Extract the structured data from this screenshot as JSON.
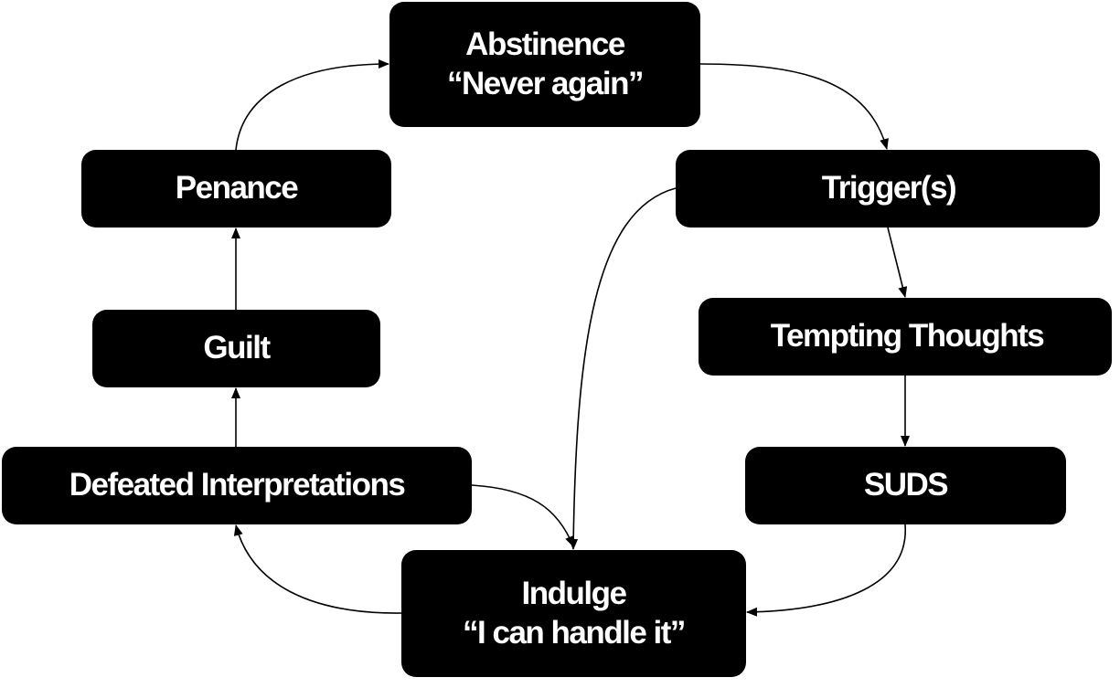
{
  "nodes": {
    "abstinence": {
      "line1": "Abstinence",
      "line2": "“Never again”"
    },
    "trigger": {
      "label": "Trigger(s)"
    },
    "tempting_thoughts": {
      "label": "Tempting Thoughts"
    },
    "suds": {
      "label": "SUDS"
    },
    "indulge": {
      "line1": "Indulge",
      "line2": "“I can handle it”"
    },
    "defeated_interpretations": {
      "label": "Defeated Interpretations"
    },
    "guilt": {
      "label": "Guilt"
    },
    "penance": {
      "label": "Penance"
    }
  },
  "edges": [
    {
      "from": "abstinence",
      "to": "trigger"
    },
    {
      "from": "trigger",
      "to": "tempting_thoughts"
    },
    {
      "from": "tempting_thoughts",
      "to": "suds"
    },
    {
      "from": "suds",
      "to": "indulge"
    },
    {
      "from": "trigger",
      "to": "indulge"
    },
    {
      "from": "defeated_interpretations",
      "to": "indulge"
    },
    {
      "from": "indulge",
      "to": "defeated_interpretations"
    },
    {
      "from": "defeated_interpretations",
      "to": "guilt"
    },
    {
      "from": "guilt",
      "to": "penance"
    },
    {
      "from": "penance",
      "to": "abstinence"
    }
  ],
  "colors": {
    "node_fill": "#000000",
    "node_text": "#ffffff",
    "edge": "#000000",
    "background": "#ffffff"
  }
}
